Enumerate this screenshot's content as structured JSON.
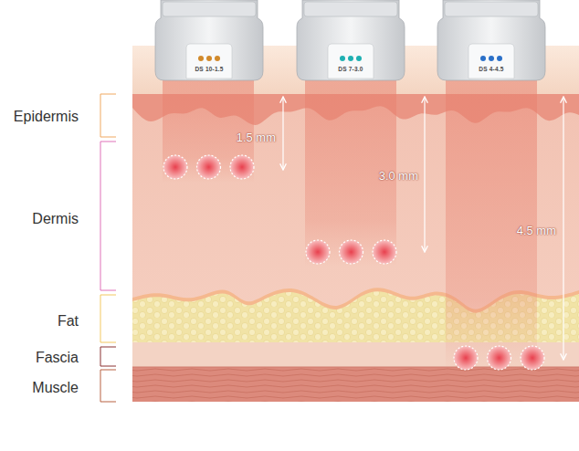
{
  "diagram": {
    "nodes": [
      {
        "text": [
          "DS 10-1.5"
        ]
      },
      {
        "text": [
          "DS 7-3.0"
        ]
      },
      {
        "text": [
          "DS 4-4.5"
        ]
      }
    ],
    "labels": [
      "Epidermis",
      "Dermis",
      "Fat",
      "Fascia",
      "Muscle",
      "1.5 mm",
      "3.0 mm",
      "4.5 mm"
    ]
  }
}
